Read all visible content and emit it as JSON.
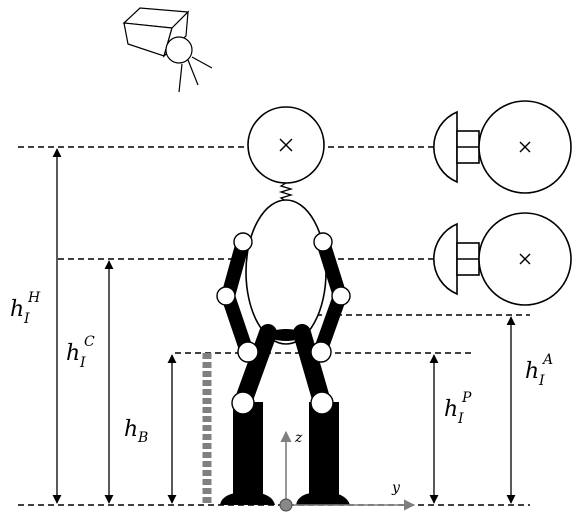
{
  "labels": {
    "hH": {
      "main": "h",
      "sub": "I",
      "sup": "H"
    },
    "hC": {
      "main": "h",
      "sub": "I",
      "sup": "C"
    },
    "hB": {
      "main": "h",
      "sub": "B"
    },
    "hP": {
      "main": "h",
      "sub": "I",
      "sup": "P"
    },
    "hA": {
      "main": "h",
      "sub": "I",
      "sup": "A"
    }
  },
  "axes": {
    "z": "z",
    "y": "y"
  },
  "colors": {
    "ink": "#000000",
    "axis_gray": "#7f7f7f",
    "hatch_gray": "#808080"
  },
  "icons": {
    "camera": "camera-icon",
    "head_marker": "cross-marker-icon"
  }
}
